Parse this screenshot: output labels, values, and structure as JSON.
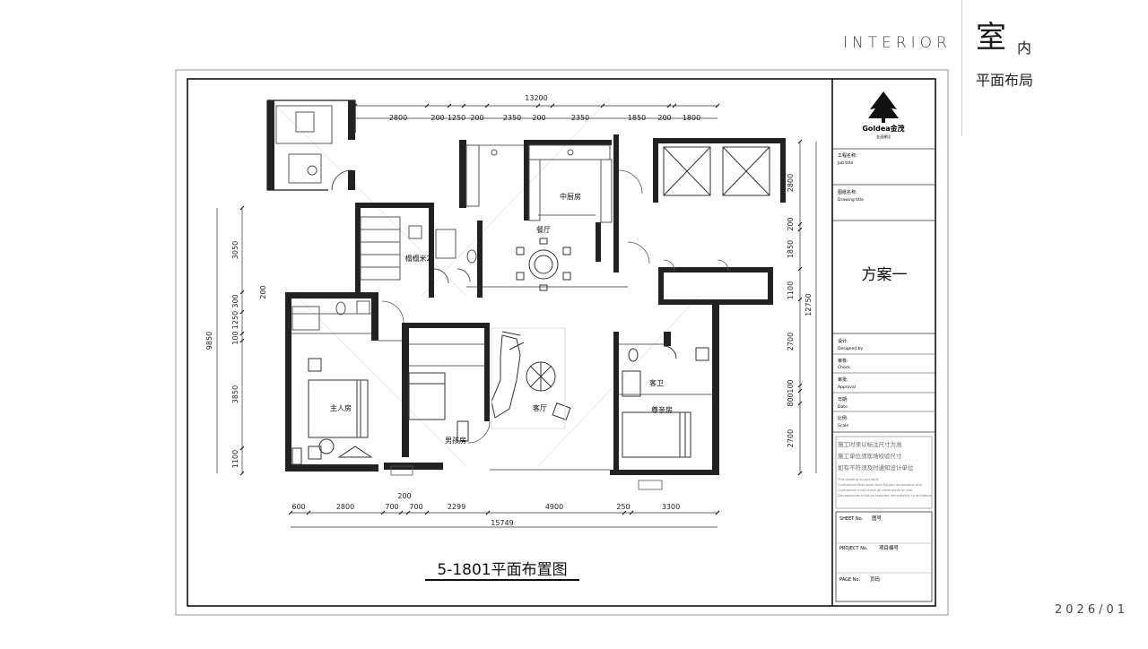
{
  "header": {
    "section_en": "INTERIOR",
    "section_cn_big": "室",
    "section_cn_small": "内",
    "subtitle": "平面布局"
  },
  "footer": {
    "date_code": "2026/01"
  },
  "title_block": {
    "logo_text": "Goldea金茂",
    "logo_sub": "金茂建设",
    "project_label_cn": "工程名称:",
    "project_label_en": "Job title",
    "drawing_label_cn": "图纸名称:",
    "drawing_label_en": "Drawing title",
    "scheme": "方案一",
    "designed_cn": "设计:",
    "designed_en": "Designed by",
    "check_cn": "审核:",
    "check_en": "Check",
    "approval_cn": "审批:",
    "approval_en": "Approval",
    "date_cn": "日期:",
    "date_en": "Date",
    "scale_cn": "比例:",
    "scale_en": "Scale",
    "notes_cn": [
      "施工时须以标注尺寸为准",
      "施工单位须现场校验尺寸",
      "如有不符须及时通知设计单位"
    ],
    "notes_en": [
      "This drawing is copyright.",
      "Contractors shall work form figured dimensions only",
      "Contractors must check all dimensions on site",
      "Discrepancies must be reported immediately to architects"
    ],
    "sheet_no_label": "SHEET No.",
    "sheet_no_cn": "图号",
    "project_no_label": "PROJECT No.",
    "project_no_cn": "项目编号",
    "page_no_label": "PAGE No.",
    "page_no_cn": "页码"
  },
  "plan": {
    "caption": "5-1801平面布置图",
    "rooms": {
      "kitchen": "中厨房",
      "dining": "餐厅",
      "storage": "榻榻米2",
      "master": "主人房",
      "boy": "男孩房",
      "living": "客厅",
      "guest_bath": "客卫",
      "elder": "尊亲房"
    },
    "dims_top": {
      "total": "13200",
      "segments": [
        "2800",
        "200",
        "1250",
        "200",
        "2350",
        "200",
        "2350",
        "1850",
        "200",
        "1800"
      ]
    },
    "dims_bottom": {
      "top_note": "200",
      "total": "15749",
      "segments": [
        "600",
        "2800",
        "700",
        "700",
        "2299",
        "4900",
        "250",
        "3300"
      ]
    },
    "dims_left": {
      "total": "9850",
      "side": "200",
      "segments": [
        "3050",
        "300",
        "1250",
        "100",
        "3850",
        "1100"
      ]
    },
    "dims_right": {
      "total": "12750",
      "segments": [
        "2800",
        "200",
        "1850",
        "1100",
        "2700",
        "100",
        "800",
        "2700"
      ]
    }
  }
}
